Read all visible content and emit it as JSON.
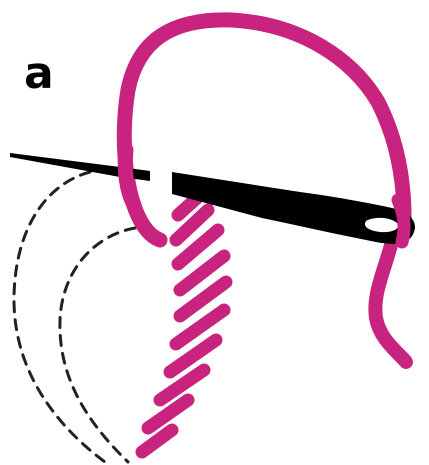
{
  "figure": {
    "panel_label": "a",
    "colors": {
      "thread": "#c8237f",
      "needle": "#000000",
      "outline": "#222222",
      "background": "#ffffff"
    },
    "parts": [
      "thread-loop",
      "needle",
      "stitch-outline",
      "satin-stitches"
    ]
  }
}
